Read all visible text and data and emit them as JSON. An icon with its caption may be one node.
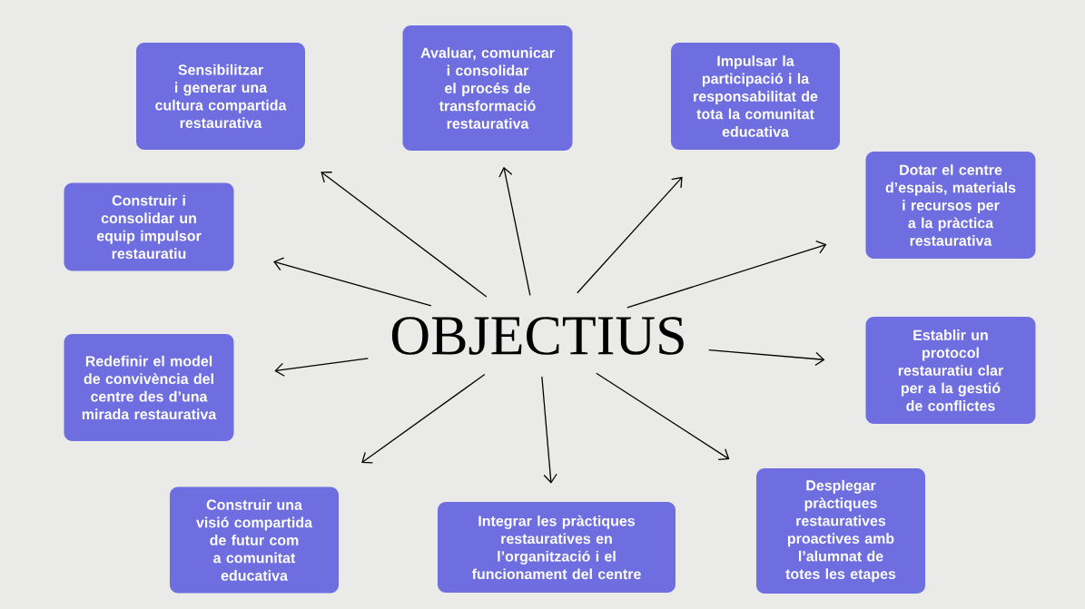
{
  "diagram": {
    "nodes": [
      {
        "text": [
          "OBJECTIUS"
        ]
      },
      {
        "text": [
          "Sensibilitzar i generar una cultura compartida restaurativa"
        ]
      },
      {
        "text": [
          "Avaluar, comunicar i consolidar el procés de transformació restaurativa"
        ]
      },
      {
        "text": [
          "Impulsar la participació i la responsabilitat de tota la comunitat educativa"
        ]
      },
      {
        "text": [
          "Construir i consolidar un equip impulsor restauratiu"
        ]
      },
      {
        "text": [
          "Dotar el centre d’espais, materials i recursos per a la pràctica restaurativa"
        ]
      },
      {
        "text": [
          "Redefinir el model de convivència del centre des d’una mirada restaurativa"
        ]
      },
      {
        "text": [
          "Establir un protocol restauratiu clar per a la gestió de conflictes"
        ]
      },
      {
        "text": [
          "Construir una visió compartida de futur com a comunitat educativa"
        ]
      },
      {
        "text": [
          "Integrar les pràctiques restauratives en l’organització i el funcionament del centre"
        ]
      },
      {
        "text": [
          "Desplegar pràctiques restauratives proactives amb l’alumnat de totes les etapes"
        ]
      }
    ],
    "edges": [
      {
        "from": 0,
        "to": 1,
        "arrow": "to"
      },
      {
        "from": 0,
        "to": 2,
        "arrow": "to"
      },
      {
        "from": 0,
        "to": 3,
        "arrow": "to"
      },
      {
        "from": 0,
        "to": 4,
        "arrow": "to"
      },
      {
        "from": 0,
        "to": 5,
        "arrow": "to"
      },
      {
        "from": 0,
        "to": 6,
        "arrow": "to"
      },
      {
        "from": 0,
        "to": 7,
        "arrow": "to"
      },
      {
        "from": 0,
        "to": 8,
        "arrow": "to"
      },
      {
        "from": 0,
        "to": 9,
        "arrow": "to"
      },
      {
        "from": 0,
        "to": 10,
        "arrow": "to"
      }
    ]
  }
}
